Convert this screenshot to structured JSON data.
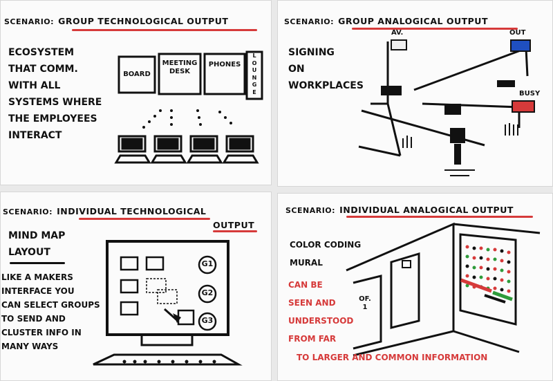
{
  "panels": {
    "group_tech": {
      "scenario_label": "SCENARIO:",
      "title": "GROUP TECHNOLOGICAL OUTPUT",
      "description": "ECOSYSTEM\nTHAT COMM.\nWITH ALL\nSYSTEMS WHERE\nTHE EMPLOYEES\nINTERACT",
      "systems": [
        "BOARD",
        "MEETING\nDESK",
        "PHONES",
        "L\nO\nU\nN\nG\nE"
      ]
    },
    "group_analog": {
      "scenario_label": "SCENARIO:",
      "title": "GROUP ANALOGICAL OUTPUT",
      "description": "SIGNING\nON\nWORKPLACES",
      "signs": {
        "available": "AV.",
        "out": "OUT",
        "busy": "BUSY"
      },
      "colors": {
        "available": "#f0f0f0",
        "out": "#1f4fbf",
        "busy": "#d63a3a"
      }
    },
    "individual_tech": {
      "scenario_label": "SCENARIO:",
      "title_line1": "INDIVIDUAL TECHNOLOGICAL",
      "title_line2": "OUTPUT",
      "heading": "MIND MAP\nLAYOUT",
      "description": "LIKE A MAKERS\nINTERFACE YOU\nCAN SELECT GROUPS\nTO SEND AND\nCLUSTER INFO IN\nMANY WAYS",
      "groups": [
        "G1",
        "G2",
        "G3"
      ]
    },
    "individual_analog": {
      "scenario_label": "SCENARIO:",
      "title": "INDIVIDUAL ANALOGICAL OUTPUT",
      "heading": "COLOR CODING\nMURAL",
      "description": "CAN BE\nSEEN AND\nUNDERSTOOD\nFROM FAR",
      "footer": "TO LARGER AND COMMON INFORMATION",
      "door_label": "OF.\n1"
    }
  },
  "colors": {
    "accent_red": "#d63a3a",
    "ink": "#111111",
    "green": "#2e9b3a"
  }
}
